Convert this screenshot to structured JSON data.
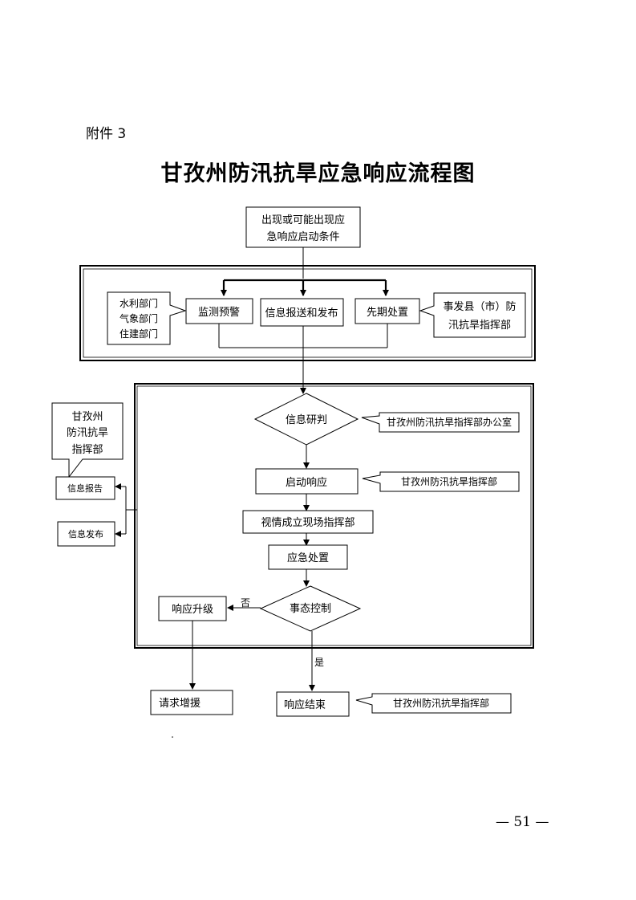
{
  "page": {
    "label": "附件 3",
    "title": "甘孜州防汛抗旱应急响应流程图",
    "page_number": "— 51 —"
  },
  "nodes": {
    "start": [
      "出现或可能出现应",
      "急响应启动条件"
    ],
    "water_dept": [
      "水利部门",
      "气象部门",
      "住建部门"
    ],
    "monitor": "监测预警",
    "report_release": "信息报送和发布",
    "early_disposal": "先期处置",
    "county_hq": [
      "事发县（市）防",
      "汛抗旱指挥部"
    ],
    "info_study": "信息研判",
    "hq_office": "甘孜州防汛抗旱指挥部办公室",
    "prefecture_hq": [
      "甘孜州",
      "防汛抗旱",
      "指挥部"
    ],
    "info_report": "信息报告",
    "info_release": "信息发布",
    "start_response": "启动响应",
    "hq_1": "甘孜州防汛抗旱指挥部",
    "site_command": "视情成立现场指挥部",
    "emergency_disposal": "应急处置",
    "situation_control": "事态控制",
    "upgrade": "响应升级",
    "no": "否",
    "yes": "是",
    "request_support": "请求增援",
    "end_response": "响应结束",
    "hq_2": "甘孜州防汛抗旱指挥部"
  }
}
